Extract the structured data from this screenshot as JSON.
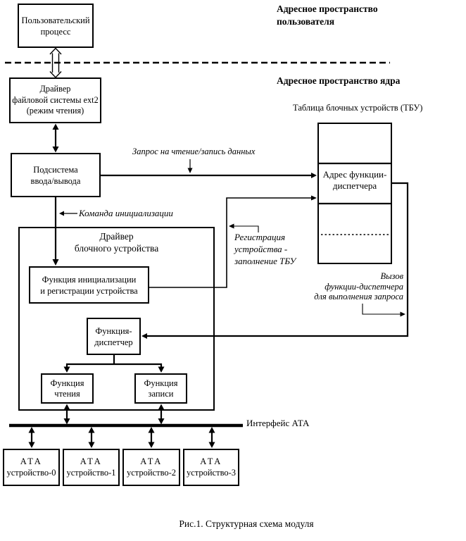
{
  "colors": {
    "line": "#000000",
    "background": "#ffffff",
    "text": "#000000"
  },
  "header": {
    "user_space": {
      "line1": "Адресное пространство",
      "line2": "пользователя"
    },
    "kernel_space": "Адресное пространство ядра"
  },
  "boxes": {
    "user_process": {
      "line1": "Пользовательский",
      "line2": "процесс"
    },
    "ext2_driver": {
      "line1": "Драйвер",
      "line2": "файловой системы ext2",
      "line3": "(режим чтения)"
    },
    "io_subsystem": {
      "line1": "Подсистема",
      "line2": "ввода/вывода"
    },
    "block_driver": {
      "line1": "Драйвер",
      "line2": "блочного устройства"
    },
    "init_function": {
      "line1": "Функция инициализации",
      "line2": "и регистрации устройства"
    },
    "dispatcher_function": {
      "line1": "Функция-",
      "line2": "диспетчер"
    },
    "read_function": {
      "line1": "Функция",
      "line2": "чтения"
    },
    "write_function": {
      "line1": "Функция",
      "line2": "записи"
    },
    "ata_devices": [
      {
        "line1": "АТА",
        "line2": "устройство-0"
      },
      {
        "line1": "АТА",
        "line2": "устройство-1"
      },
      {
        "line1": "АТА",
        "line2": "устройство-2"
      },
      {
        "line1": "АТА",
        "line2": "устройство-3"
      }
    ]
  },
  "table": {
    "title": "Таблица блочных устройств (ТБУ)",
    "dispatcher_address": {
      "line1": "Адрес функции-",
      "line2": "диспетчера"
    }
  },
  "annotations": {
    "request": "Запрос на чтение/запись данных",
    "init_command": "Команда инициализации",
    "registration": {
      "line1": "Регистрация",
      "line2": "устройства -",
      "line3": "заполнение ТБУ"
    },
    "dispatcher_call": {
      "line1": "Вызов",
      "line2": "функции-диспетчера",
      "line3": "для выполнения запроса"
    },
    "ata_interface": "Интерфейс АТА"
  },
  "caption": "Рис.1. Структурная схема модуля"
}
